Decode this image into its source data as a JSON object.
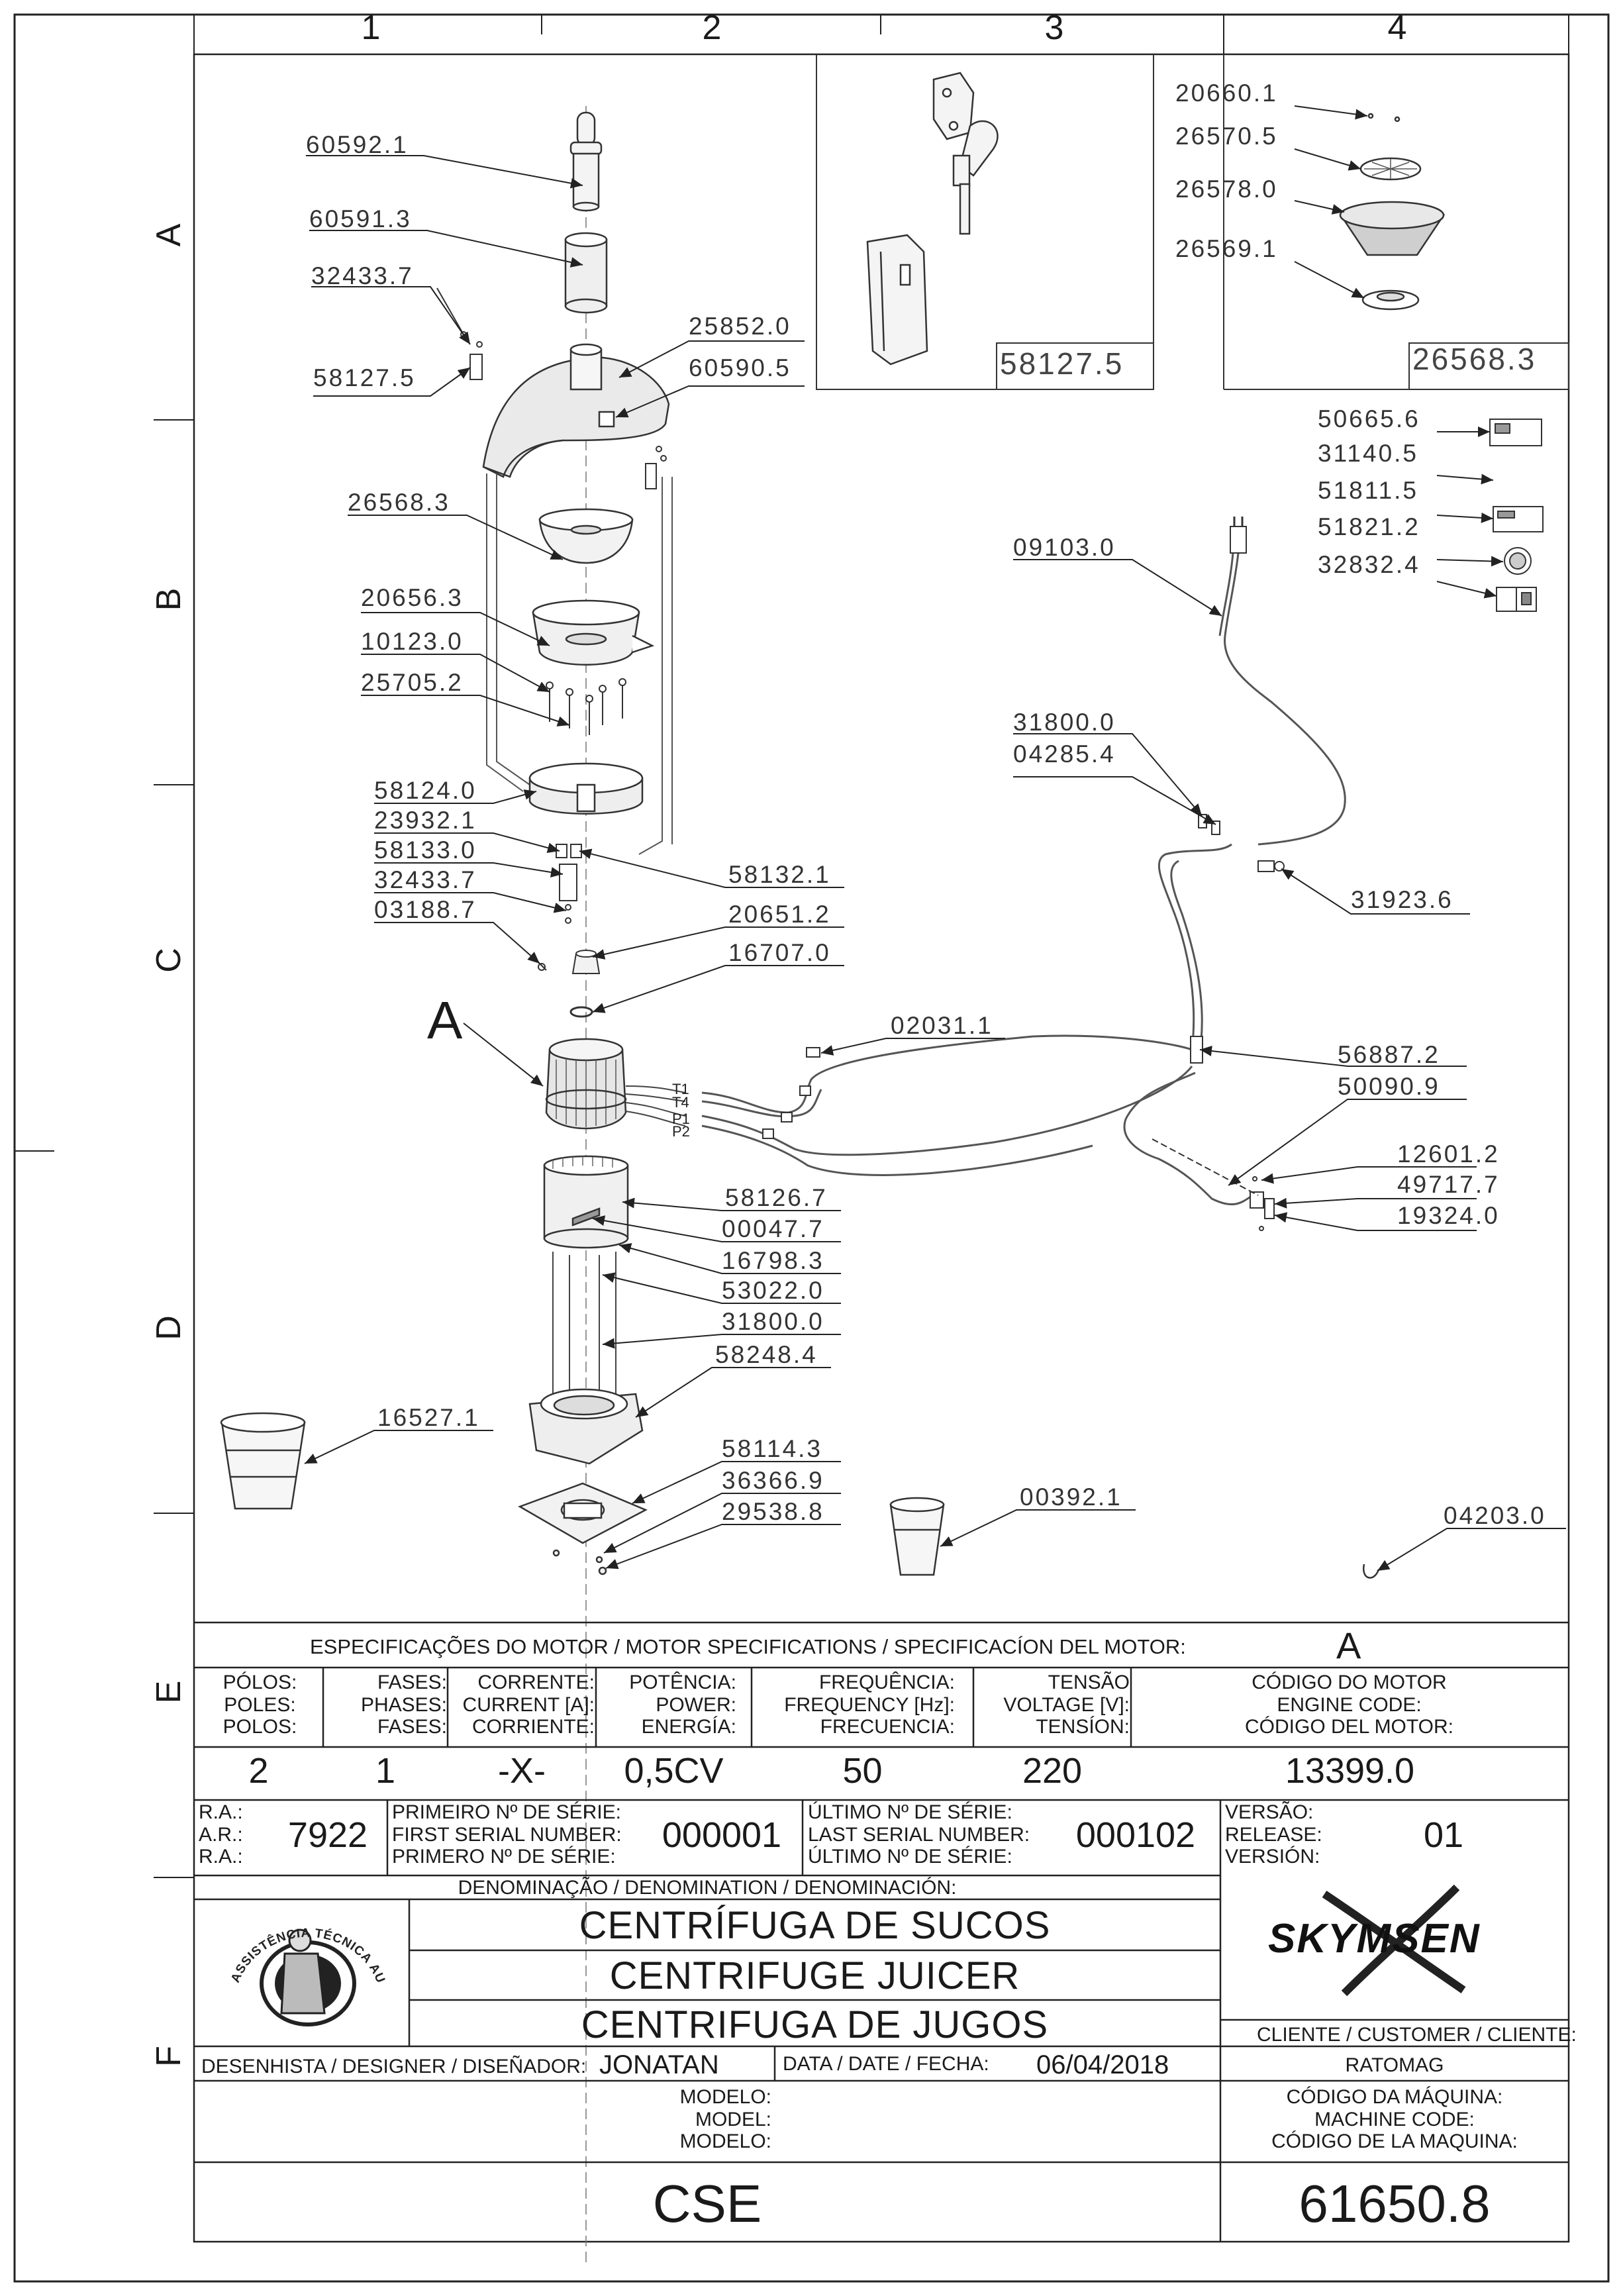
{
  "grid": {
    "columns": [
      "1",
      "2",
      "3",
      "4"
    ],
    "rows": [
      "A",
      "B",
      "C",
      "D",
      "E",
      "F"
    ]
  },
  "detail_letter": "A",
  "inset_labels": {
    "hinge": "58127.5",
    "filter": "26568.3"
  },
  "callouts": {
    "c60592_1": "60592.1",
    "c60591_3": "60591.3",
    "c32433_7a": "32433.7",
    "c58127_5": "58127.5",
    "c25852_0": "25852.0",
    "c60590_5": "60590.5",
    "c26568_3": "26568.3",
    "c20656_3": "20656.3",
    "c10123_0": "10123.0",
    "c25705_2": "25705.2",
    "c58124_0": "58124.0",
    "c23932_1": "23932.1",
    "c58133_0": "58133.0",
    "c32433_7b": "32433.7",
    "c03188_7": "03188.7",
    "c58132_1": "58132.1",
    "c20651_2": "20651.2",
    "c16707_0": "16707.0",
    "c02031_1": "02031.1",
    "c58126_7": "58126.7",
    "c00047_7": "00047.7",
    "c16798_3": "16798.3",
    "c53022_0": "53022.0",
    "c31800_0b": "31800.0",
    "c58248_4": "58248.4",
    "c16527_1": "16527.1",
    "c58114_3": "58114.3",
    "c36366_9": "36366.9",
    "c29538_8": "29538.8",
    "c00392_1": "00392.1",
    "c20660_1": "20660.1",
    "c26570_5": "26570.5",
    "c26578_0": "26578.0",
    "c26569_1": "26569.1",
    "c50665_6": "50665.6",
    "c31140_5": "31140.5",
    "c51811_5": "51811.5",
    "c51821_2": "51821.2",
    "c32832_4": "32832.4",
    "c09103_0": "09103.0",
    "c31800_0a": "31800.0",
    "c04285_4": "04285.4",
    "c31923_6": "31923.6",
    "c56887_2": "56887.2",
    "c50090_9": "50090.9",
    "c12601_2": "12601.2",
    "c49717_7": "49717.7",
    "c19324_0": "19324.0",
    "c04203_0": "04203.0"
  },
  "terminals": [
    "T1",
    "T4",
    "P1",
    "P2"
  ],
  "spec": {
    "header": "ESPECIFICAÇÕES DO MOTOR / MOTOR SPECIFICATIONS / SPECIFICACÍON DEL MOTOR:",
    "detail": "A",
    "poles_label": "PÓLOS:\nPOLES:\nPOLOS:",
    "phases_label": "FASES:\nPHASES:\nFASES:",
    "current_label": "CORRENTE:\nCURRENT [A]:\nCORRIENTE:",
    "power_label": "POTÊNCIA:\nPOWER:\nENERGÍA:",
    "frequency_label": "FREQUÊNCIA:\nFREQUENCY [Hz]:\nFRECUENCIA:",
    "voltage_label": "TENSÃO\nVOLTAGE [V]:\nTENSÍON:",
    "engine_label": "CÓDIGO DO MOTOR\nENGINE CODE:\nCÓDIGO DEL MOTOR:",
    "poles": "2",
    "phases": "1",
    "current": "-X-",
    "power": "0,5CV",
    "frequency": "50",
    "voltage": "220",
    "engine_code": "13399.0"
  },
  "serial": {
    "ra_label": "R.A.:\nA.R.:\nR.A.:",
    "ra": "7922",
    "first_label": "PRIMEIRO Nº DE SÉRIE:\nFIRST SERIAL NUMBER:\nPRIMERO Nº DE SÉRIE:",
    "first": "000001",
    "last_label": "ÚLTIMO Nº DE SÉRIE:\nLAST SERIAL NUMBER:\nÚLTIMO Nº DE SÉRIE:",
    "last": "000102",
    "version_label": "VERSÃO:\nRELEASE:\nVERSIÓN:",
    "version": "01"
  },
  "denomination": {
    "label": "DENOMINAÇÃO / DENOMINATION / DENOMINACIÓN:",
    "pt": "CENTRÍFUGA DE SUCOS",
    "en": "CENTRIFUGE JUICER",
    "es": "CENTRIFUGA DE JUGOS",
    "stamp_text": "ASSISTÊNCIA TÉCNICA AUTORIZADA"
  },
  "brand": "SKYMSEN",
  "client_label": "CLIENTE / CUSTOMER / CLIENTE:",
  "client": "RATOMAG",
  "designer_label": "DESENHISTA / DESIGNER / DISEÑADOR:",
  "designer": "JONATAN",
  "date_label": "DATA / DATE / FECHA:",
  "date": "06/04/2018",
  "model_label": "MODELO:\nMODEL:\nMODELO:",
  "model": "CSE",
  "machine_code_label": "CÓDIGO DA MÁQUINA:\nMACHINE CODE:\nCÓDIGO DE LA MAQUINA:",
  "machine_code": "61650.8",
  "icons": [
    "hinge-latch-icon",
    "filter-basket-icon",
    "power-cord-icon",
    "motor-icon",
    "cup-icon",
    "label-sticker-icon",
    "manual-book-icon"
  ]
}
